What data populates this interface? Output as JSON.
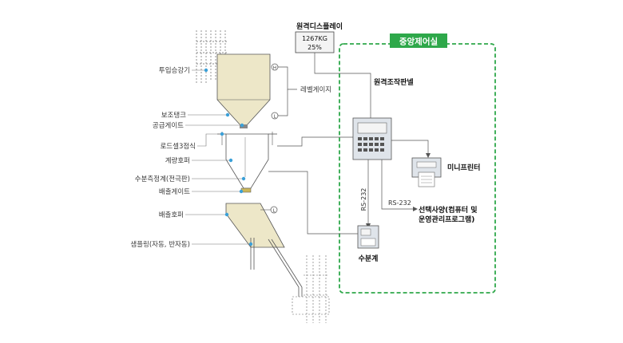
{
  "labels": {
    "tuip": "투입승강기",
    "bojo": "보조탱크",
    "gonggup": "공급게이트",
    "loadcell": "로드셀3점식",
    "gyeryang": "계량호퍼",
    "subun_sensor": "수분측정계(전극판)",
    "baechul_gate": "배출게이트",
    "baechul_hopper": "배출호퍼",
    "sampling": "샘플링(자동, 반자동)",
    "level_gauge": "레벨게이지",
    "level_h": "H",
    "level_l": "L",
    "hopper_l": "L"
  },
  "remote_display": {
    "title": "원격디스플레이",
    "line1": "1267KG",
    "line2": "25%"
  },
  "central": {
    "title": "중앙제어실",
    "panel_label": "원격조작판넬",
    "mini_printer": "미니프린터",
    "moisture_meter": "수분계",
    "rs232_vertical": "RS-232",
    "rs232_horizontal": "RS-232",
    "option_line1": "선택사양(컴퓨터 및",
    "option_line2": "운영관리프로그램)"
  },
  "colors": {
    "accent_green": "#2ea84a",
    "tank_fill": "#ede7c8",
    "dot_blue": "#3ba0d8",
    "line_gray": "#555555"
  }
}
